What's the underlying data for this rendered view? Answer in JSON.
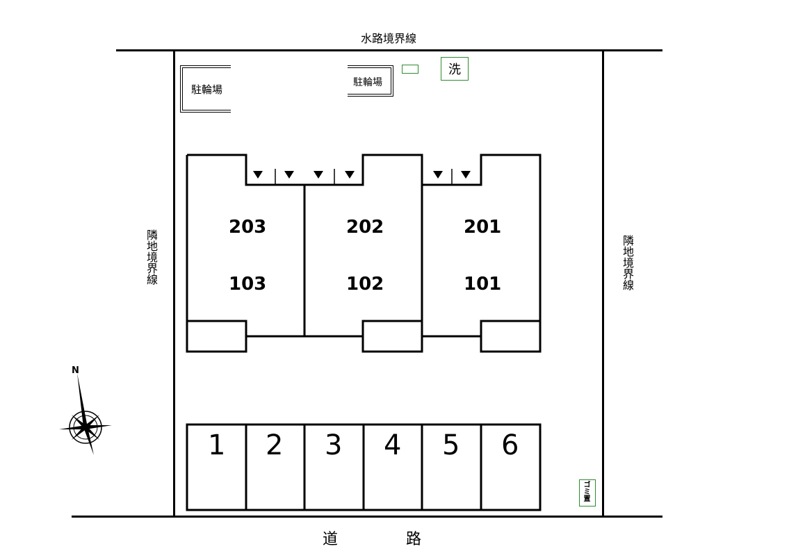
{
  "boundaries": {
    "top_label": "水路境界線",
    "left_label": "隣地境界線",
    "right_label": "隣地境界線",
    "road_label_1": "道",
    "road_label_2": "路"
  },
  "bicycle_parking": {
    "left_label": "駐輪場",
    "right_label": "駐輪場"
  },
  "washer": {
    "label": "洗"
  },
  "garbage": {
    "label": "ゴミ置"
  },
  "units": {
    "upper": [
      "203",
      "202",
      "201"
    ],
    "lower": [
      "103",
      "102",
      "101"
    ]
  },
  "parking_spaces": [
    "1",
    "2",
    "3",
    "4",
    "5",
    "6"
  ],
  "compass": {
    "label": "N"
  },
  "colors": {
    "line": "#000000",
    "green_box": "#2e8b2e"
  }
}
